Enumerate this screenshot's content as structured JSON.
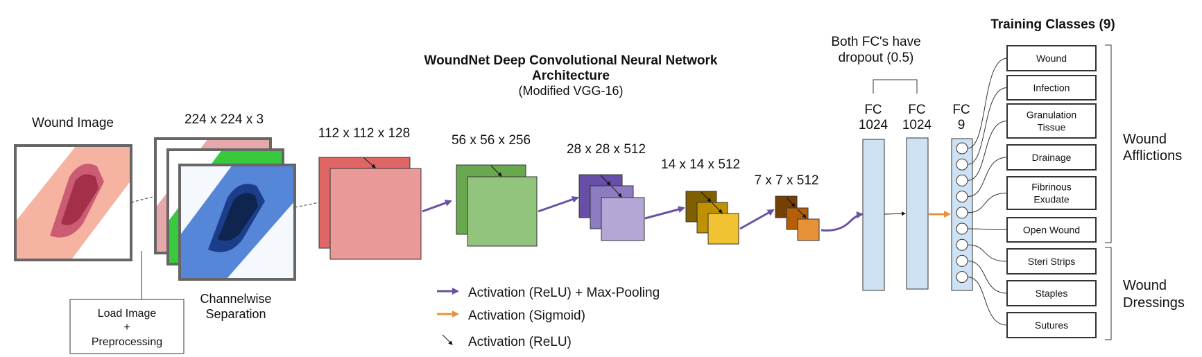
{
  "title": {
    "line1": "WoundNet Deep Convolutional Neural Network",
    "line2": "Architecture",
    "line3": "(Modified VGG-16)"
  },
  "input": {
    "label": "Wound Image",
    "size_label": "224 x 224 x 3",
    "channel_label_1": "Channelwise",
    "channel_label_2": "Separation",
    "preprocess_1": "Load Image",
    "preprocess_2": "+",
    "preprocess_3": "Preprocessing"
  },
  "layers": [
    {
      "label": "112 x 112 x 128"
    },
    {
      "label": "56 x 56 x 256"
    },
    {
      "label": "28 x 28 x 512"
    },
    {
      "label": "14 x 14 x 512"
    },
    {
      "label": "7 x 7 x 512"
    }
  ],
  "fc": {
    "note_1": "Both FC's have",
    "note_2": "dropout (0.5)",
    "fc1_a": "FC",
    "fc1_b": "1024",
    "fc2_a": "FC",
    "fc2_b": "1024",
    "fc3_a": "FC",
    "fc3_b": "9"
  },
  "classes": {
    "title": "Training Classes (9)",
    "items": [
      [
        "Wound"
      ],
      [
        "Infection"
      ],
      [
        "Granulation",
        "Tissue"
      ],
      [
        "Drainage"
      ],
      [
        "Fibrinous",
        "Exudate"
      ],
      [
        "Open Wound"
      ],
      [
        "Steri Strips"
      ],
      [
        "Staples"
      ],
      [
        "Sutures"
      ]
    ],
    "group1_a": "Wound",
    "group1_b": "Afflictions",
    "group2_a": "Wound",
    "group2_b": "Dressings"
  },
  "legend": {
    "item1": "Activation (ReLU) + Max-Pooling",
    "item2": "Activation (Sigmoid)",
    "item3": "Activation (ReLU)"
  },
  "colors": {
    "purple_arrow": "#6a51a3",
    "orange_arrow": "#e8923a",
    "fc_fill": "#cfe2f3",
    "layer1": [
      "#e06666",
      "#ea9999"
    ],
    "layer2": [
      "#6aa84f",
      "#93c47d"
    ],
    "layer3": [
      "#674ea7",
      "#8e7cc3",
      "#b4a7d6"
    ],
    "layer4": [
      "#7f6000",
      "#bf9000",
      "#f1c232"
    ],
    "layer5": [
      "#783f04",
      "#b45f06",
      "#e69138"
    ]
  }
}
